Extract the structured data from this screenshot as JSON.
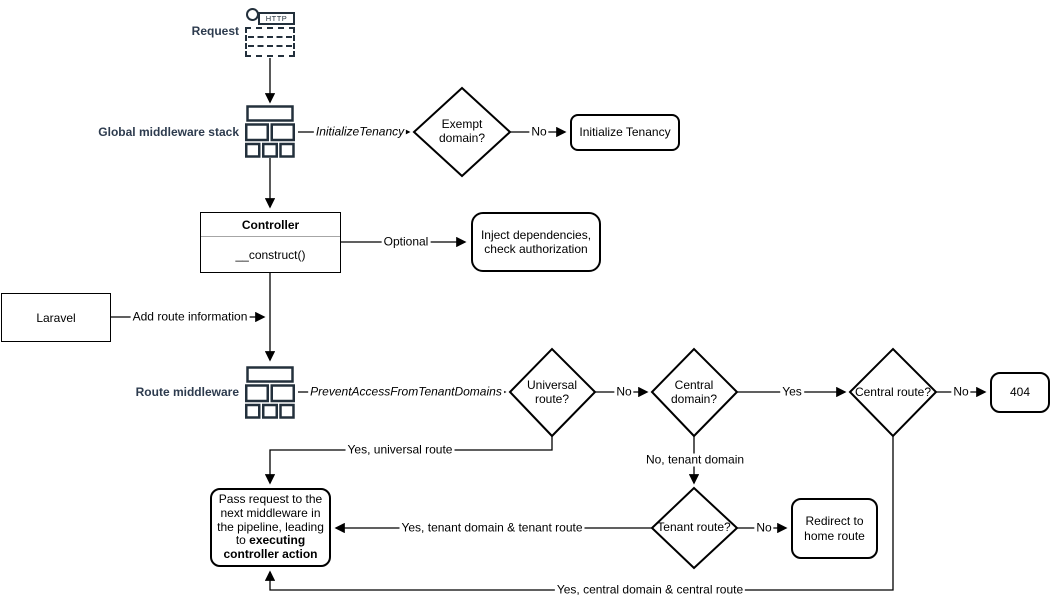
{
  "diagram": {
    "row_labels": {
      "request": "Request",
      "global_middleware": "Global middleware stack",
      "route_middleware": "Route middleware"
    },
    "icons": {
      "http_label": "HTTP"
    },
    "nodes": {
      "exempt_domain": "Exempt domain?",
      "initialize_tenancy": "Initialize Tenancy",
      "controller_title": "Controller",
      "controller_method": "__construct()",
      "inject_dependencies": "Inject dependencies, check authorization",
      "laravel": "Laravel",
      "universal_route": "Universal route?",
      "central_domain": "Central domain?",
      "central_route": "Central route?",
      "error_404": "404",
      "tenant_route": "Tenant route?",
      "redirect_home": "Redirect to home route",
      "pass_request_text": "Pass request to the next middleware in the pipeline, leading to ",
      "pass_request_bold": "executing controller action"
    },
    "edge_labels": {
      "initialize_tenancy_middleware": "InitializeTenancy",
      "exempt_no": "No",
      "optional": "Optional",
      "add_route_information": "Add route information",
      "prevent_access_middleware": "PreventAccessFromTenantDomains",
      "universal_no": "No",
      "central_domain_yes": "Yes",
      "central_route_no": "No",
      "universal_yes": "Yes, universal route",
      "tenant_domain_no": "No, tenant domain",
      "tenant_route_no": "No",
      "tenant_yes": "Yes, tenant domain & tenant route",
      "central_yes": "Yes, central domain & central route"
    },
    "colors": {
      "label_text": "#2d3b4e",
      "icon_stroke": "#23303c",
      "shape_stroke": "#000000",
      "edge_stroke": "#000000",
      "shape_fill": "#ffffff"
    }
  }
}
